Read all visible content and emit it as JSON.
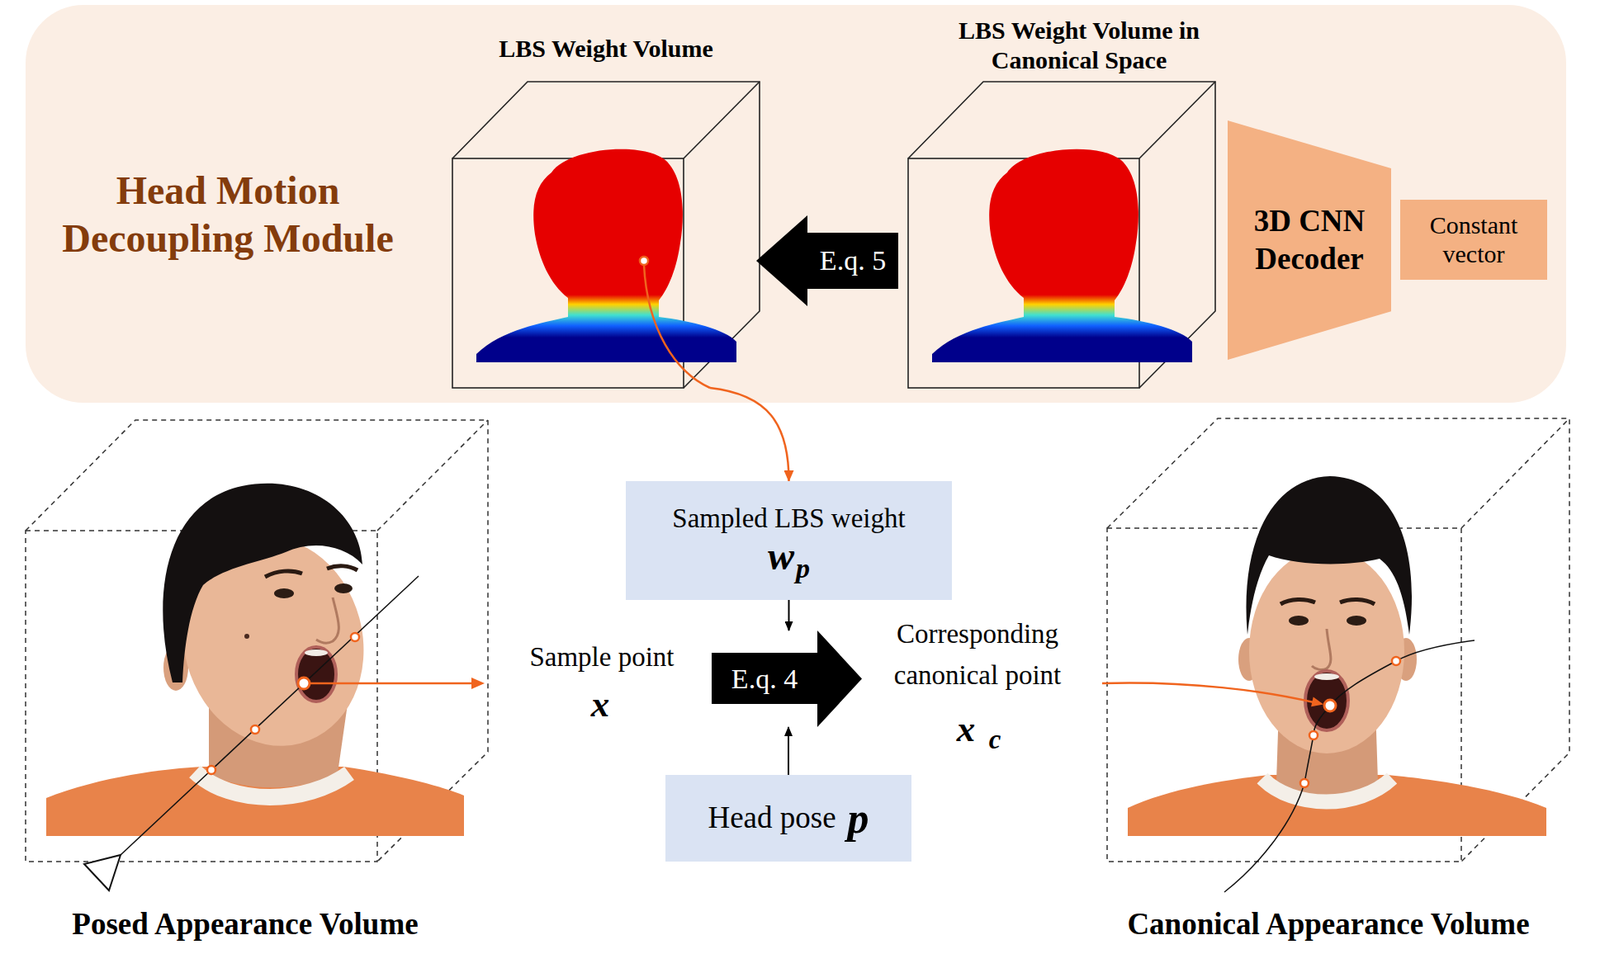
{
  "diagram": {
    "nodes": [
      {
        "text": [
          "Head Motion Decoupling Module"
        ]
      },
      {
        "text": [
          "LBS Weight Volume"
        ],
        "in": 0
      },
      {
        "text": [
          "LBS Weight Volume in Canonical Space"
        ],
        "in": 0
      },
      {
        "text": [
          "3D CNN Decoder"
        ],
        "in": 0
      },
      {
        "text": [
          "Constant vector"
        ],
        "in": 0
      },
      {
        "text": [
          "Posed Appearance Volume"
        ]
      },
      {
        "text": [
          "Sampled LBS weight",
          "w",
          "p"
        ]
      },
      {
        "text": [
          "E.q. 4"
        ]
      },
      {
        "text": [
          "Head pose",
          "p"
        ]
      },
      {
        "text": [
          "Canonical Appearance Volume"
        ]
      }
    ],
    "edges": [
      {
        "from": 2,
        "to": 1,
        "arrow": "to",
        "label": "E.q. 5"
      },
      {
        "from": 1,
        "to": 6,
        "arrow": "to"
      },
      {
        "from": 6,
        "to": 7,
        "arrow": "to"
      },
      {
        "from": 8,
        "to": 7,
        "arrow": "to"
      }
    ],
    "labels": [
      "Sample point",
      "x",
      "Corresponding canonical point",
      "x",
      "c"
    ]
  }
}
